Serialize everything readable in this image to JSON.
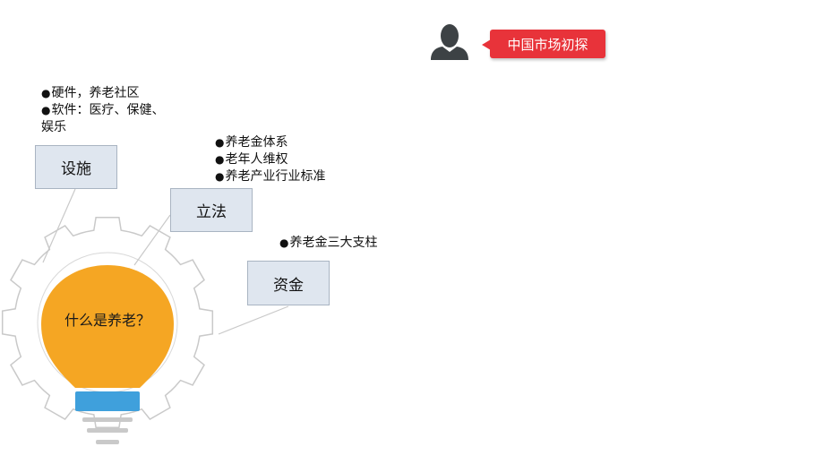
{
  "header": {
    "tag_label": "中国市场初探"
  },
  "bulb": {
    "question": "什么是养老？"
  },
  "boxes": {
    "facilities": "设施",
    "legislation": "立法",
    "funds": "资金"
  },
  "notes": {
    "facilities": [
      "硬件，养老社区",
      "软件：医疗、保健、",
      "娱乐"
    ],
    "legislation": [
      "养老金体系",
      "老年人维权",
      "养老产业行业标准"
    ],
    "funds": [
      "养老金三大支柱"
    ]
  },
  "colors": {
    "bulb": "#f5a623",
    "gear": "#c9c9c9",
    "box_fill": "#dfe6ef",
    "tag": "#e8333a",
    "base_blue": "#3fa0dc"
  },
  "icons": {
    "person": "person-silhouette-icon"
  }
}
